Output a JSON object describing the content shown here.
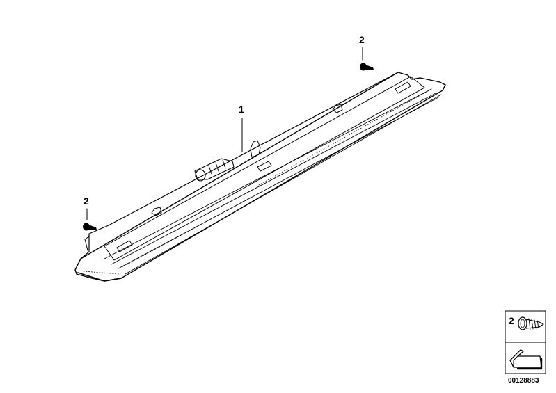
{
  "callouts": {
    "part_1": "1",
    "part_2_top": "2",
    "part_2_left": "2",
    "legend_part": "2"
  },
  "diagram_number": "00128883",
  "icons": {
    "screw": "screw-icon",
    "fastener": "fastener-clip-icon",
    "assembly": "third-brake-light-assembly"
  },
  "colors": {
    "line": "#000000",
    "background": "#ffffff"
  }
}
